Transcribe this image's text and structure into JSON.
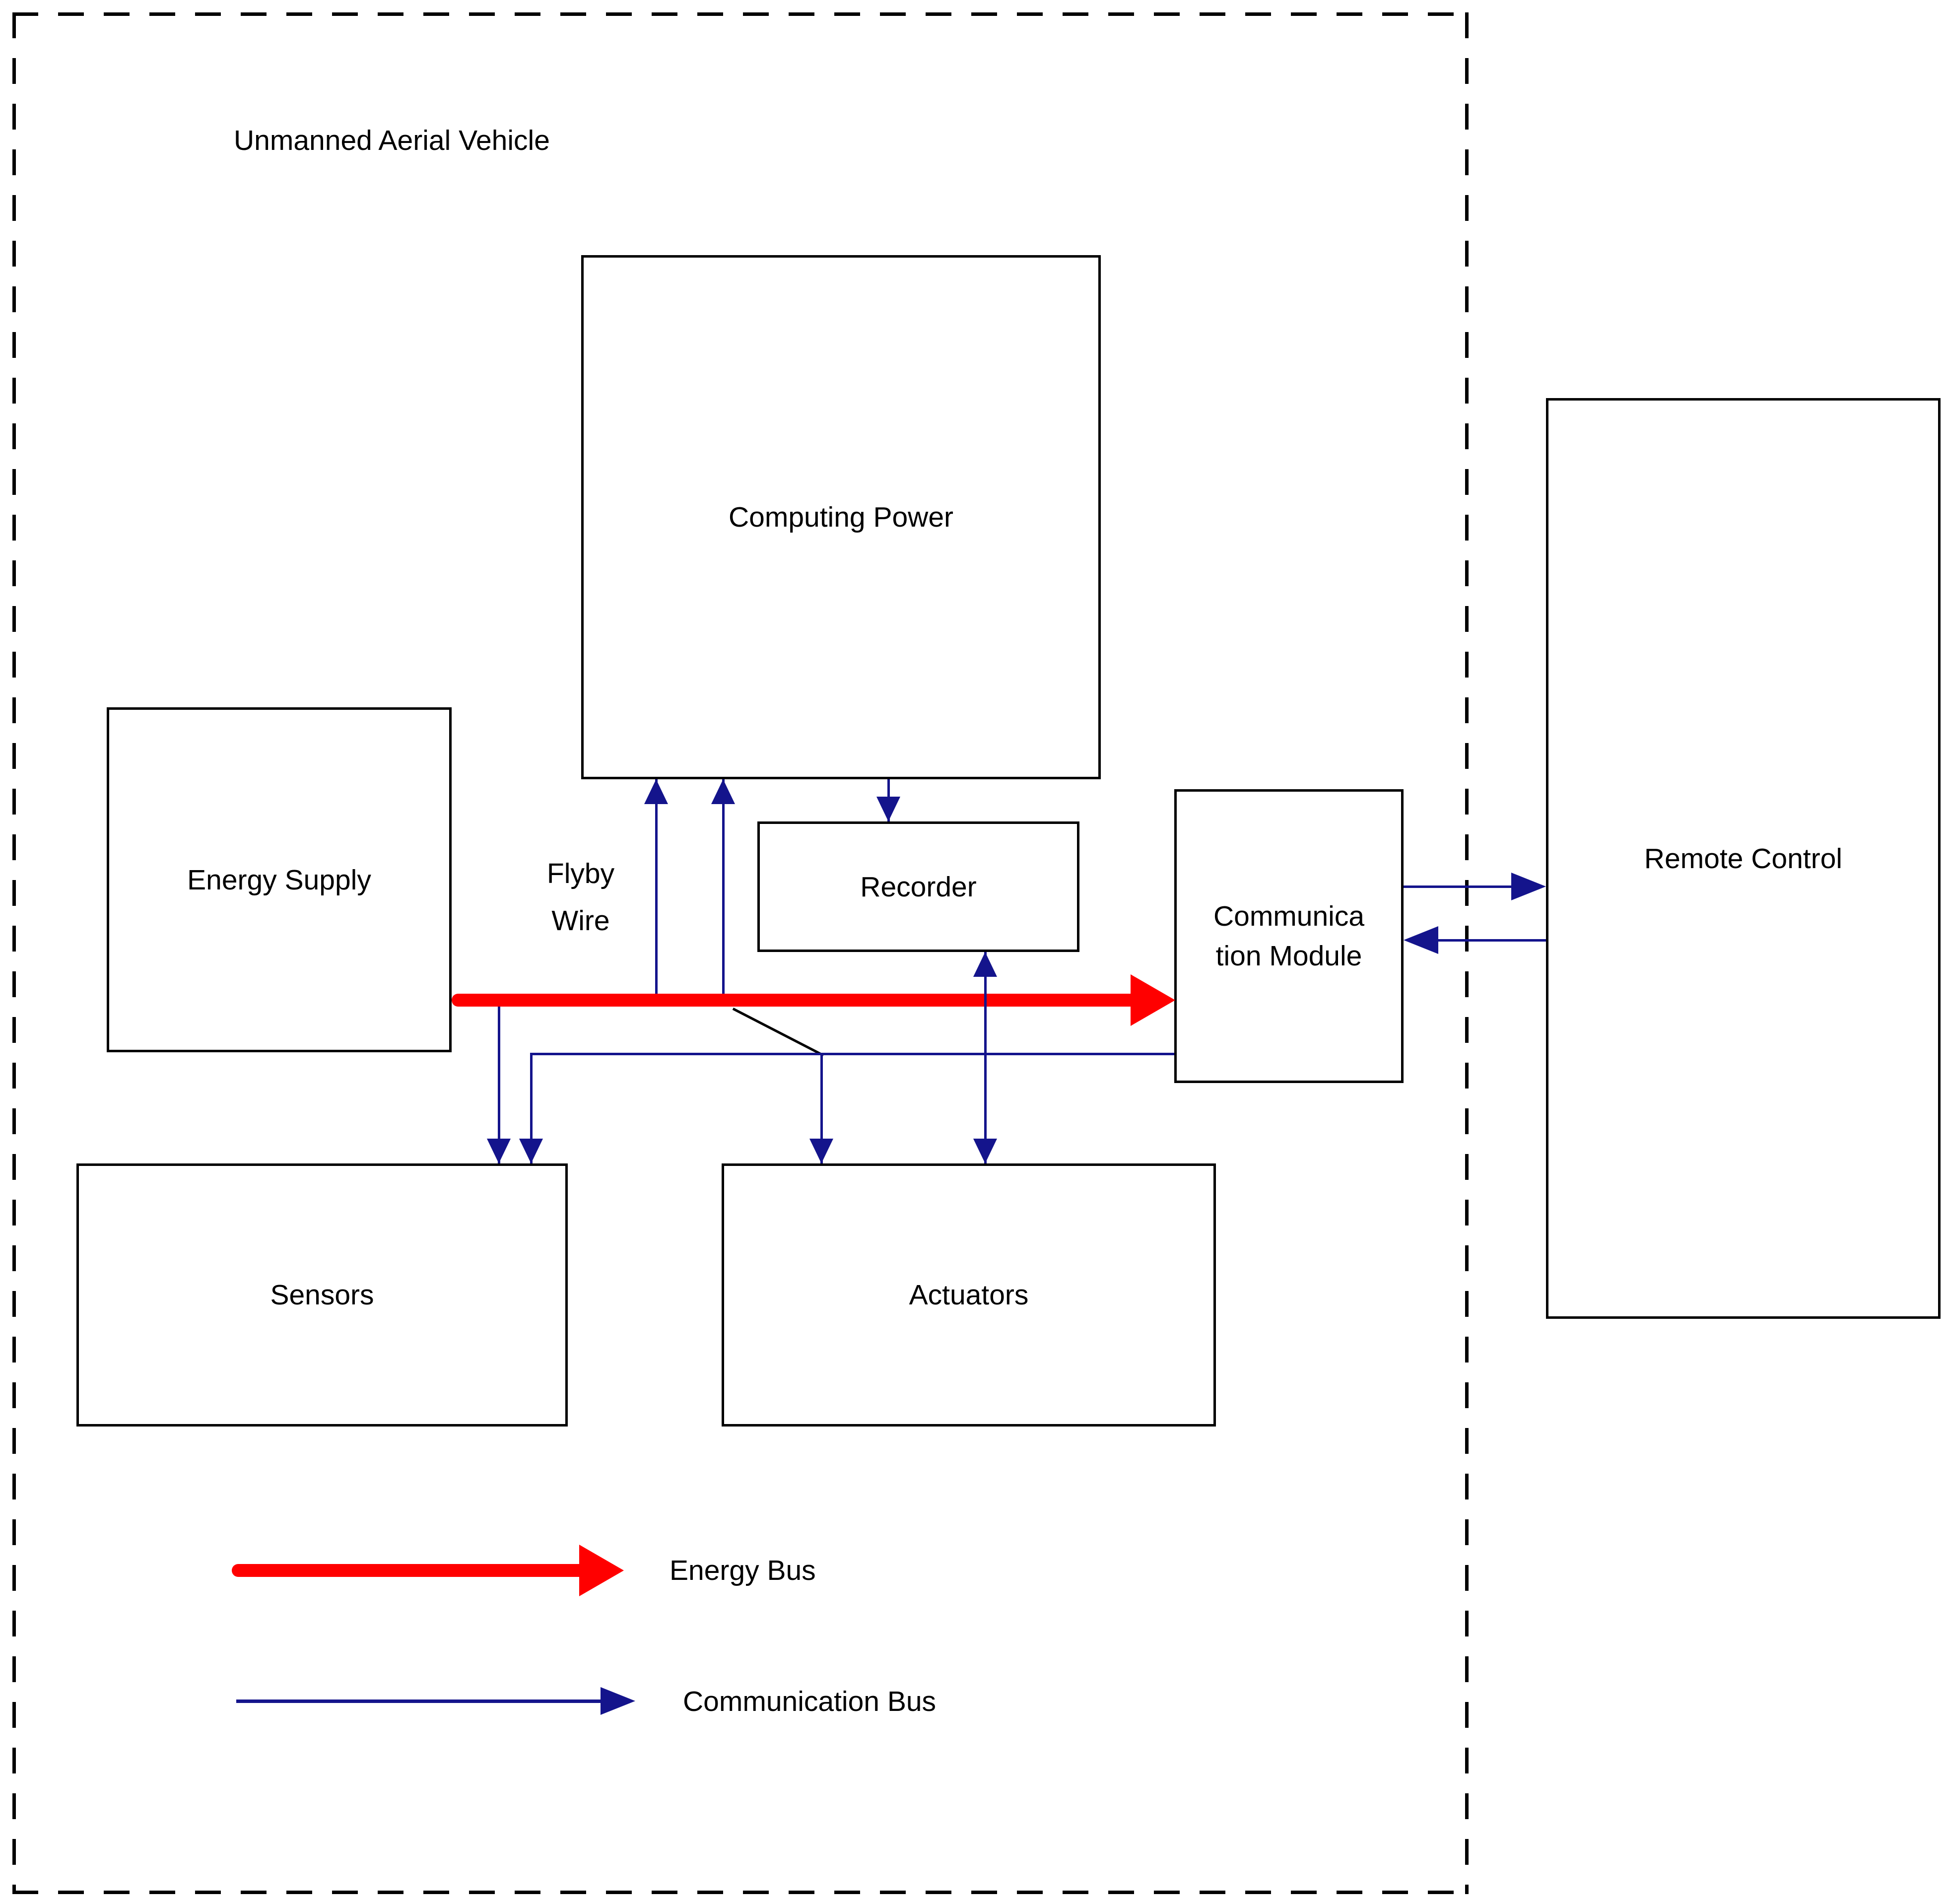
{
  "diagram": {
    "title": "Unmanned Aerial Vehicle",
    "nodes": {
      "computing_power": "Computing Power",
      "energy_supply": "Energy Supply",
      "recorder": "Recorder",
      "communication_module_line1": "Communica",
      "communication_module_line2": "tion Module",
      "sensors": "Sensors",
      "actuators": "Actuators",
      "remote_control": "Remote Control"
    },
    "annotations": {
      "flyby_wire_line1": "Flyby",
      "flyby_wire_line2": "Wire"
    },
    "legend": {
      "energy_bus": "Energy Bus",
      "communication_bus": "Communication Bus"
    },
    "colors": {
      "energy_bus": "#ff0000",
      "communication_bus": "#14148c",
      "ink": "#000000",
      "background": "#ffffff"
    }
  }
}
